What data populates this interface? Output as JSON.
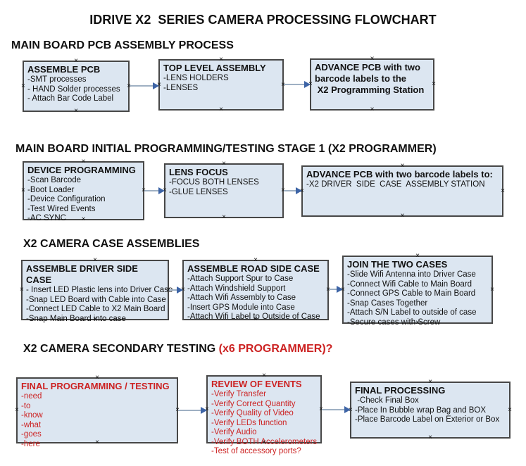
{
  "page": {
    "title": "IDRIVE X2  SERIES CAMERA PROCESSING FLOWCHART"
  },
  "colors": {
    "box_fill": "#dce6f1",
    "box_border": "#474747",
    "red_text": "#cc2222",
    "arrow_line": "#9fb0c3",
    "arrow_head": "#3d64a6"
  },
  "sections": [
    {
      "heading": "MAIN BOARD PCB ASSEMBLY PROCESS",
      "boxes": [
        {
          "title": "ASSEMBLE PCB",
          "items": [
            "-SMT processes",
            "- HAND Solder processes",
            "- Attach Bar Code Label"
          ]
        },
        {
          "title": "TOP LEVEL ASSEMBLY",
          "items": [
            "-LENS HOLDERS",
            "-LENSES"
          ]
        },
        {
          "title": "ADVANCE PCB with two\nbarcode labels to the\n X2 Programming Station",
          "items": []
        }
      ]
    },
    {
      "heading": "MAIN BOARD INITIAL PROGRAMMING/TESTING STAGE 1 (X2 PROGRAMMER)",
      "boxes": [
        {
          "title": "DEVICE PROGRAMMING",
          "items": [
            "-Scan Barcode",
            "-Boot Loader",
            "-Device Configuration",
            "-Test Wired Events",
            "-AC SYNC"
          ]
        },
        {
          "title": "LENS FOCUS",
          "items": [
            "-FOCUS BOTH LENSES",
            "-GLUE LENSES"
          ]
        },
        {
          "title": "ADVANCE PCB with two barcode labels to:",
          "items": [
            "-X2 DRIVER  SIDE  CASE  ASSEMBLY STATION"
          ]
        }
      ]
    },
    {
      "heading": "X2 CAMERA CASE ASSEMBLIES",
      "boxes": [
        {
          "title": "ASSEMBLE DRIVER SIDE CASE",
          "items": [
            "- Insert LED Plastic lens into Driver Case",
            "-Snap LED Board with Cable into Case",
            "-Connect LED Cable to X2 Main Board",
            "-Snap Main Board into case"
          ]
        },
        {
          "title": "ASSEMBLE ROAD SIDE CASE",
          "items": [
            "-Attach Support Spur to Case",
            "-Attach Windshield Support",
            "-Attach Wifi Assembly to Case",
            "-Insert GPS Module into Case",
            "-Attach Wifi Label to Outside of Case"
          ]
        },
        {
          "title": "JOIN THE TWO CASES",
          "items": [
            "-Slide Wifi Antenna into Driver Case",
            "-Connect Wifi Cable to Main Board",
            "-Connect GPS Cable to Main Board",
            "-Snap Cases Together",
            "-Attach S/N Label to outside of case",
            "-Secure cases with Screw"
          ]
        }
      ]
    },
    {
      "heading": "X2 CAMERA SECONDARY TESTING ",
      "heading_red": "(x6 PROGRAMMER)?",
      "boxes": [
        {
          "title": "FINAL PROGRAMMING / TESTING",
          "items": [
            "-need",
            "-to",
            "-know",
            "-what",
            "-goes",
            "-here"
          ]
        },
        {
          "title": "REVIEW OF EVENTS",
          "items": [
            "-Verify Transfer",
            "-Verify Correct Quantity",
            "-Verify Quality of Video",
            "-Verify LEDs function",
            "-Verify Audio",
            "-Verify BOTH Accelerometers",
            "-Test of accessory ports?"
          ]
        },
        {
          "title": "FINAL PROCESSING",
          "items": [
            " -Check Final Box",
            "-Place In Bubble wrap Bag and BOX",
            "-Place Barcode Label on Exterior or Box"
          ]
        }
      ]
    }
  ]
}
